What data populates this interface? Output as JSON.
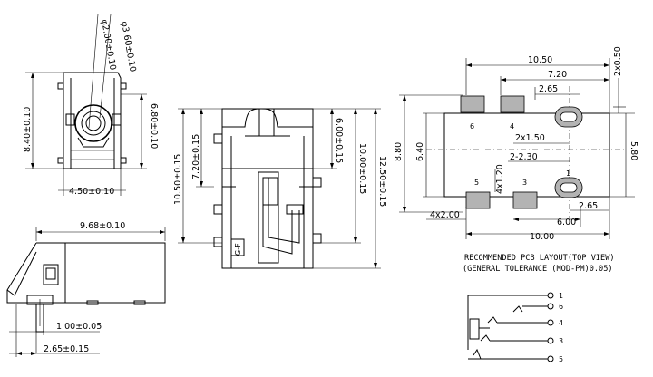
{
  "dimensions": {
    "d_hole1": "φ2.00±0.10",
    "d_hole2": "φ3.60±0.10",
    "h_front": "8.40±0.10",
    "h_front_inner": "6.80±0.10",
    "w_front": "4.50±0.10",
    "len_side": "9.68±0.10",
    "side_small": "1.00±0.05",
    "side_bottom": "2.65±0.15",
    "top_720": "7.20±0.15",
    "top_1050": "10.50±0.15",
    "top_600": "6.00±0.15",
    "top_1000": "10.00±0.15",
    "top_1250": "12.50±0.15"
  },
  "pcb": {
    "d_1050": "10.50",
    "d_720": "7.20",
    "d_265a": "2.65",
    "d_2x050": "2x0.50",
    "d_880": "8.80",
    "d_640": "6.40",
    "d_580": "5.80",
    "d_2x150": "2x1.50",
    "d_2x230": "2-2.30",
    "d_4x120": "4x1.20",
    "d_4x200": "4x2.00",
    "d_600": "6.00",
    "d_265b": "2.65",
    "d_1000": "10.00",
    "pads": [
      "6",
      "4",
      "5",
      "3",
      "1"
    ]
  },
  "notes": {
    "line1": "RECOMMENDED PCB LAYOUT(TOP VIEW)",
    "line2": "(GENERAL TOLERANCE (MOD-PM)0.05)"
  },
  "body_marking": "G-F",
  "schematic": {
    "pins": [
      "1",
      "6",
      "4",
      "3",
      "5"
    ]
  }
}
